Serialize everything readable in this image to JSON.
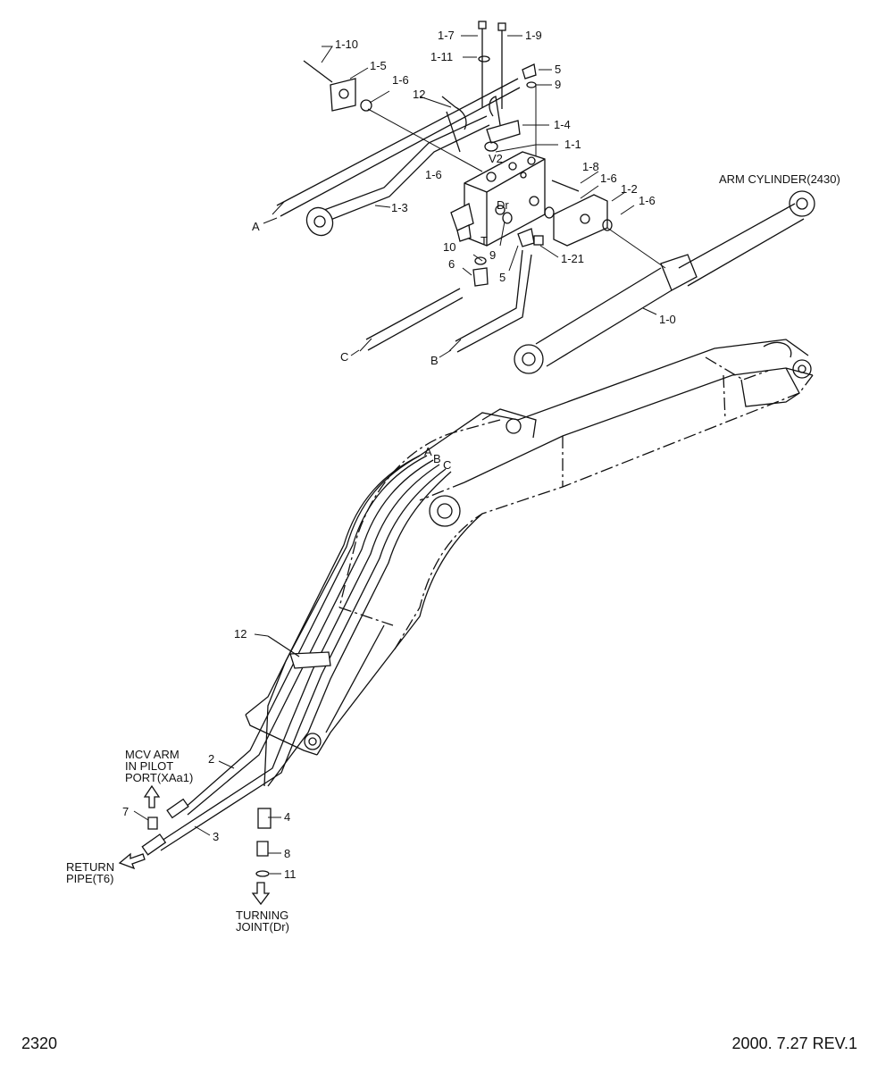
{
  "footer": {
    "page": "2320",
    "rev": "2000. 7.27 REV.1"
  },
  "callouts": {
    "c1_10": "1-10",
    "c1_5": "1-5",
    "c1_6a": "1-6",
    "c12a": "12",
    "c1_7": "1-7",
    "c1_9": "1-9",
    "c1_11": "1-11",
    "c5a": "5",
    "c9a": "9",
    "c1_4": "1-4",
    "c1_1": "1-1",
    "c1_6b": "1-6",
    "c1_8": "1-8",
    "c1_6c": "1-6",
    "c1_2": "1-2",
    "c1_6d": "1-6",
    "cA": "A",
    "c1_3": "1-3",
    "c10": "10",
    "c9b": "9",
    "c6": "6",
    "c5b": "5",
    "c1_21": "1-21",
    "c1_0": "1-0",
    "cC": "C",
    "cB": "B",
    "c12b": "12",
    "c2": "2",
    "c7": "7",
    "c3": "3",
    "c4": "4",
    "c8": "8",
    "c11": "11",
    "jA": "A",
    "jB": "B",
    "jC": "C",
    "port_v2": "V2",
    "port_dr": "Dr",
    "port_t": "T"
  },
  "notes": {
    "arm_cylinder": "ARM CYLINDER(2430)",
    "mcv": [
      "MCV ARM",
      "IN PILOT",
      "PORT(XAa1)"
    ],
    "return_pipe": [
      "RETURN",
      "PIPE(T6)"
    ],
    "turning_joint": [
      "TURNING",
      "JOINT(Dr)"
    ]
  }
}
